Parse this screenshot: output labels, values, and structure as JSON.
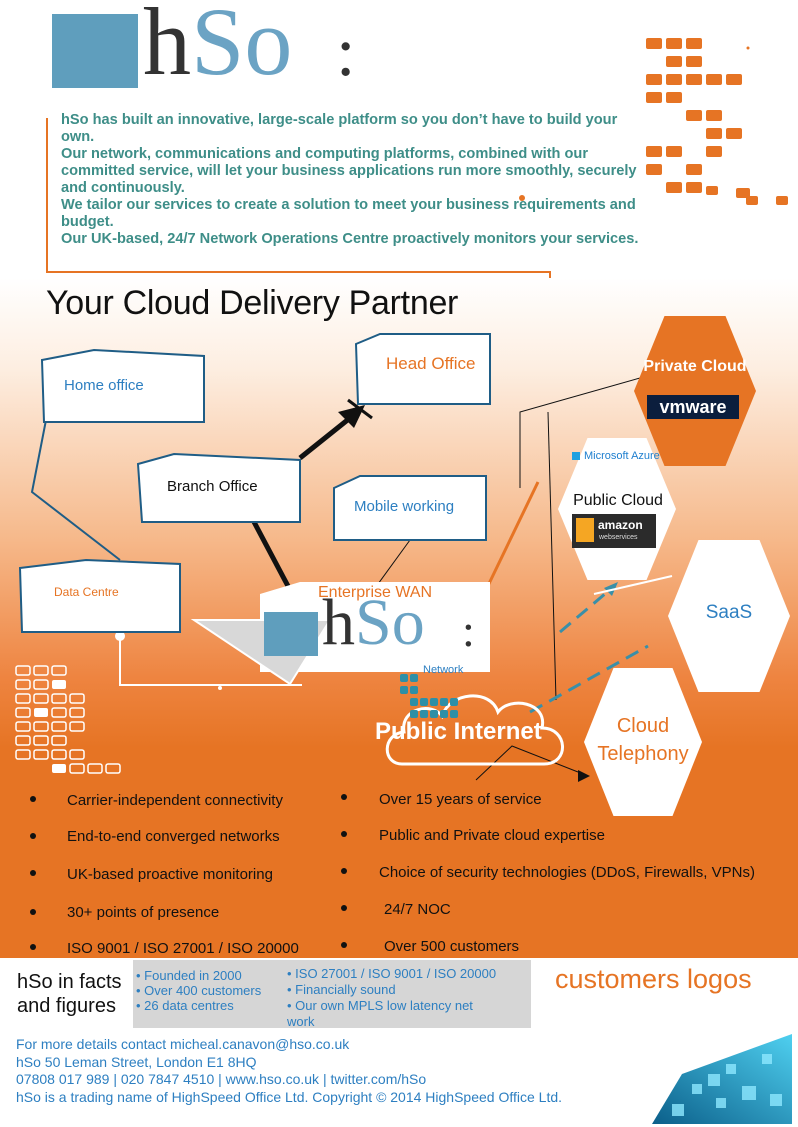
{
  "header": {
    "logo_h": "h",
    "logo_so": "So",
    "logo_colon": ":"
  },
  "intro": [
    "hSo has built an innovative, large-scale platform so you don’t have to build your own.",
    "Our network, communications and computing platforms, combined with our committed service, will let your business applications run more smoothly, securely and continuously.",
    "We tailor our services to create a solution to meet your business requirements and budget.",
    "Our UK-based, 24/7 Network Operations Centre proactively monitors your services."
  ],
  "headline": "Your Cloud Delivery Partner",
  "diagram": {
    "home_office": "Home office",
    "head_office": "Head Office",
    "branch_office": "Branch Office",
    "mobile_working": "Mobile working",
    "data_centre": "Data Centre",
    "enterprise_wan": "Enterprise WAN",
    "wan_logo_h": "h",
    "wan_logo_so": "So",
    "wan_logo_colon": ":",
    "network": "Network",
    "public_internet": "Public Internet",
    "private_cloud": "Private Cloud",
    "vmware": "vmware",
    "microsoft_azure": "Microsoft Azure",
    "public_cloud": "Public Cloud",
    "amazon": "amazon",
    "webservices": "webservices",
    "saas": "SaaS",
    "cloud_telephony_1": "Cloud",
    "cloud_telephony_2": "Telephony"
  },
  "bullets_left": [
    "Carrier-independent connectivity",
    "End-to-end converged networks",
    "UK-based proactive monitoring",
    "30+ points of presence",
    "ISO 9001 / ISO 27001 / ISO 20000"
  ],
  "bullets_right": [
    "Over 15 years of service",
    "Public and Private cloud expertise",
    "Choice of security technologies (DDoS, Firewalls, VPNs)",
    "24/7 NOC",
    "Over 500 customers"
  ],
  "facts": {
    "title_1": "hSo in facts",
    "title_2": "and figures",
    "col1": [
      "• Founded in 2000",
      "• Over 400 customers",
      "• 26 data centres"
    ],
    "col2": [
      "• ISO 27001 / ISO 9001 / ISO 20000",
      "• Financially sound",
      "• Our own MPLS low latency net",
      "work"
    ],
    "customers_logos": "customers logos"
  },
  "footer": [
    "For more details contact micheal.canavon@hso.co.uk",
    "hSo 50 Leman Street, London E1 8HQ",
    "07808 017 989  |  020 7847 4510  |  www.hso.co.uk  |  twitter.com/hSo",
    "hSo is a trading name of HighSpeed Office Ltd. Copyright © 2014 HighSpeed Office Ltd."
  ],
  "colors": {
    "orange": "#e67424",
    "teal": "#3e8e88",
    "logo_blue": "#5f9ebd",
    "link_blue": "#2d7fc1",
    "bubble_border": "#1f5d86"
  }
}
